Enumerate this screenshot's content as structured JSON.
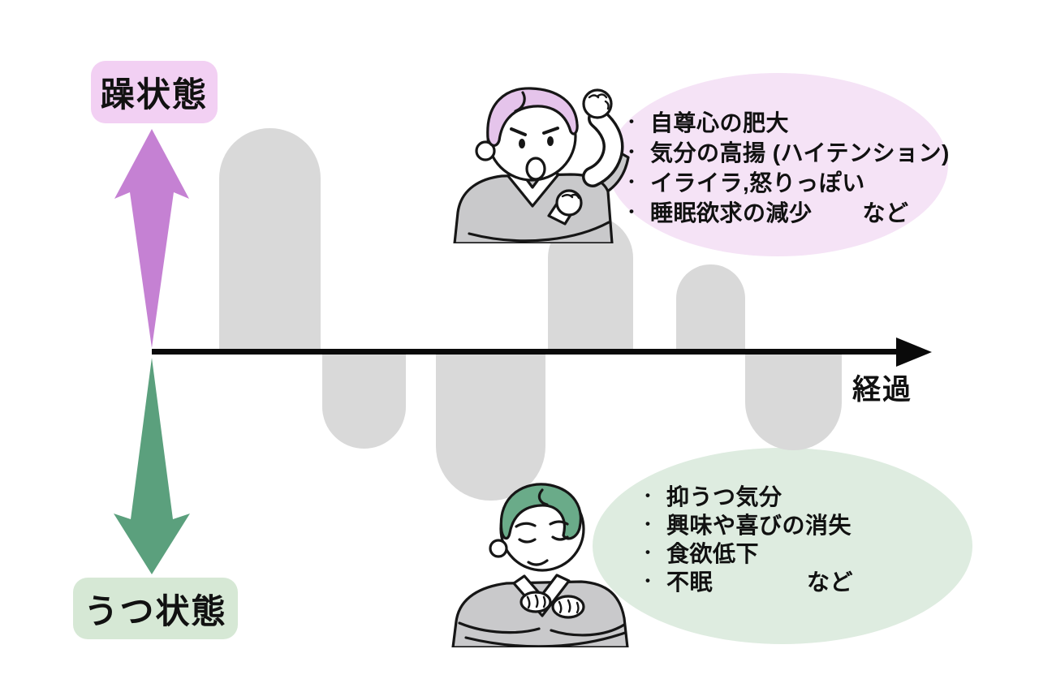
{
  "axis": {
    "label": "経過"
  },
  "mania": {
    "label": "躁状態",
    "symptoms": [
      "自尊心の肥大",
      "気分の高揚 (ハイテンション)",
      "イライラ,怒りっぽい",
      "睡眠欲求の減少"
    ],
    "etc": "など"
  },
  "depression": {
    "label": "うつ状態",
    "symptoms": [
      "抑うつ気分",
      "興味や喜びの消失",
      "食欲低下",
      "不眠"
    ],
    "etc": "など"
  },
  "ui": {
    "bullet": "•"
  },
  "colors": {
    "mania_accent": "#c581d3",
    "mania_label_bg": "#f2d0f3",
    "mania_bubble_bg": "#f5e3f6",
    "mania_hair": "#e5c4eb",
    "depression_accent": "#5ba07d",
    "depression_label_bg": "#d6e8d5",
    "depression_bubble_bg": "#deece0",
    "depression_hair": "#6aab89",
    "bar_gray": "#d9d9d9",
    "sweater_gray": "#c9c9cb",
    "axis_black": "#0a0a0a"
  }
}
